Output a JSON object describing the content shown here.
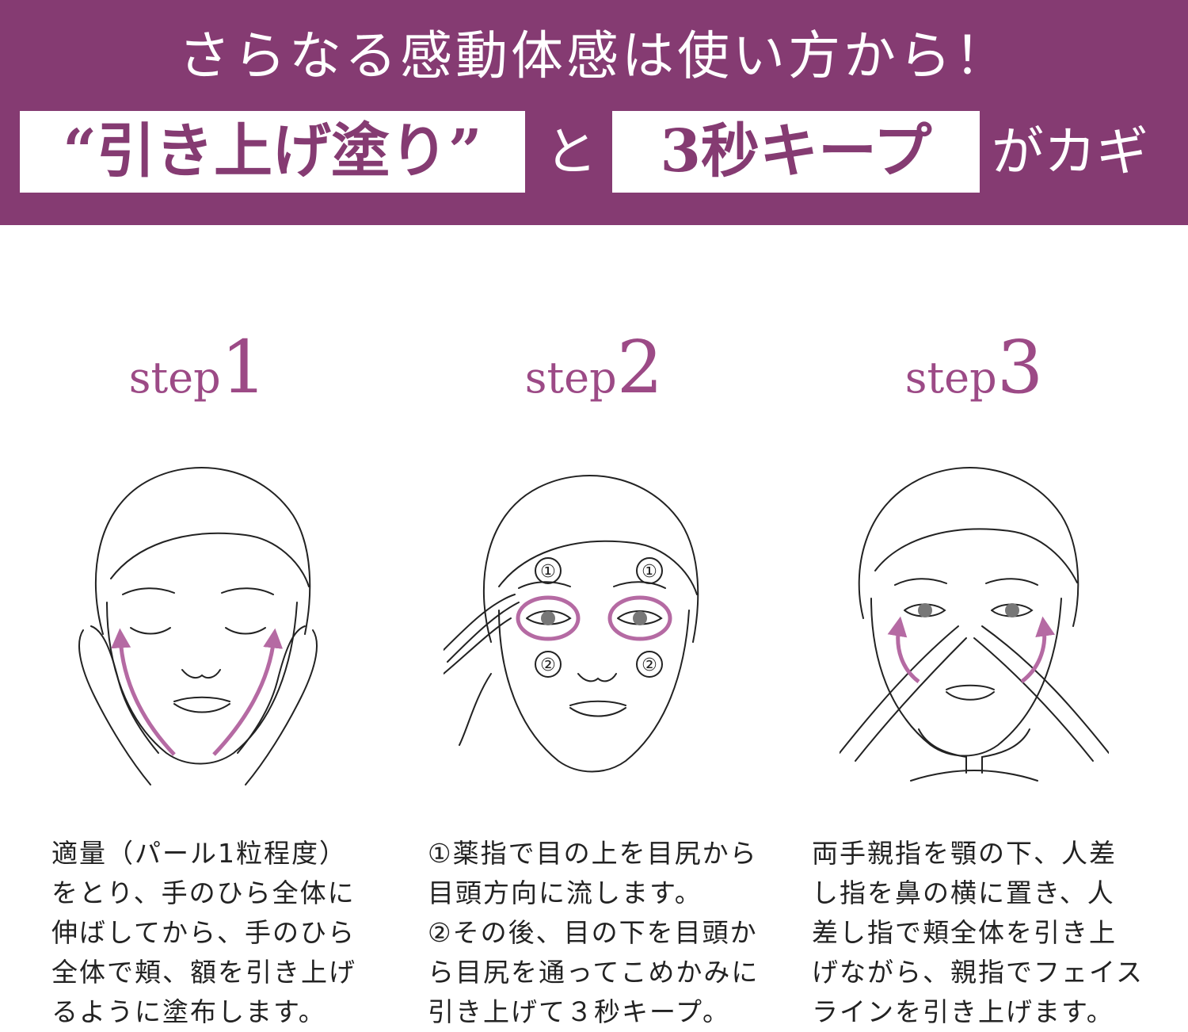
{
  "header": {
    "line1": "さらなる感動体感は使い方から！",
    "box1": "“引き上げ塗り”",
    "connector": "と",
    "box2": "3秒キープ",
    "suffix": "がカギ"
  },
  "steps": [
    {
      "word": "step",
      "num": "1",
      "text": "適量（パール1粒程度）\nをとり、手のひら全体に\n伸ばしてから、手のひら\n全体で頬、額を引き上げ\nるように塗布します。",
      "illustration_icon": "face-hands-on-cheeks-icon"
    },
    {
      "word": "step",
      "num": "2",
      "text": "①薬指で目の上を目尻から\n目頭方向に流します。\n②その後、目の下を目頭か\nら目尻を通ってこめかみに\n引き上げて３秒キープ。",
      "illustration_icon": "face-eye-circles-icon",
      "labels": [
        "1",
        "1",
        "2",
        "2"
      ]
    },
    {
      "word": "step",
      "num": "3",
      "text": "両手親指を顎の下、人差\nし指を鼻の横に置き、人\n差し指で頬全体を引き上\nげながら、親指でフェイス\nラインを引き上げます。",
      "illustration_icon": "face-fingers-lift-icon"
    }
  ],
  "colors": {
    "banner": "#853b72",
    "accent": "#9c4a86",
    "arrow": "#b56aa3"
  }
}
